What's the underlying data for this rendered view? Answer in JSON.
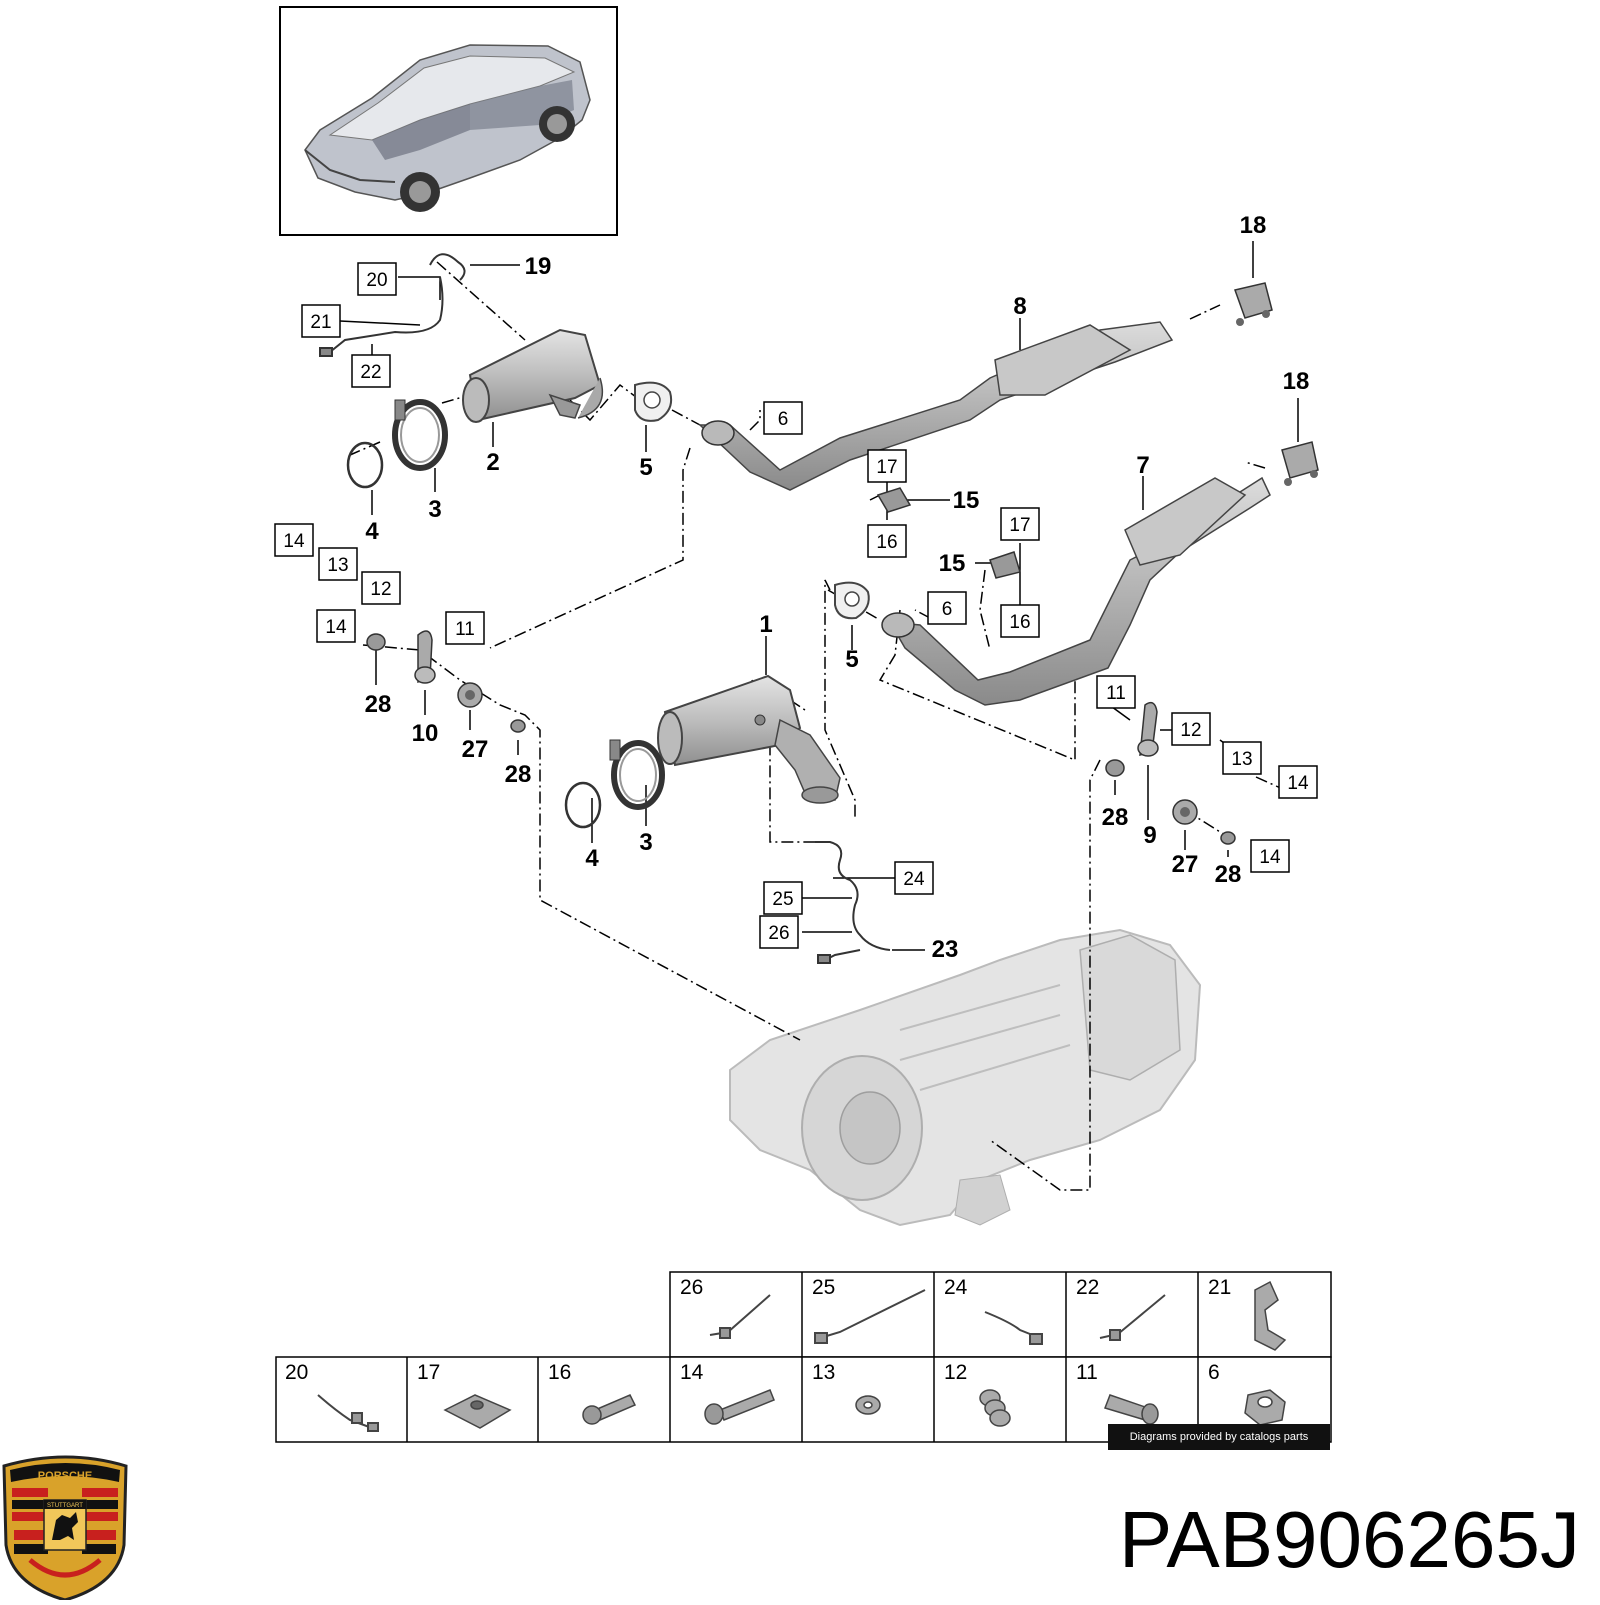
{
  "callouts_plain": [
    {
      "id": "c19",
      "text": "19"
    },
    {
      "id": "c18a",
      "text": "18"
    },
    {
      "id": "c18b",
      "text": "18"
    },
    {
      "id": "c8",
      "text": "8"
    },
    {
      "id": "c7",
      "text": "7"
    },
    {
      "id": "c2",
      "text": "2"
    },
    {
      "id": "c5a",
      "text": "5"
    },
    {
      "id": "c5b",
      "text": "5"
    },
    {
      "id": "c3a",
      "text": "3"
    },
    {
      "id": "c3b",
      "text": "3"
    },
    {
      "id": "c4a",
      "text": "4"
    },
    {
      "id": "c4b",
      "text": "4"
    },
    {
      "id": "c15a",
      "text": "15"
    },
    {
      "id": "c15b",
      "text": "15"
    },
    {
      "id": "c1",
      "text": "1"
    },
    {
      "id": "c28a",
      "text": "28"
    },
    {
      "id": "c28b",
      "text": "28"
    },
    {
      "id": "c28c",
      "text": "28"
    },
    {
      "id": "c28d",
      "text": "28"
    },
    {
      "id": "c10",
      "text": "10"
    },
    {
      "id": "c27a",
      "text": "27"
    },
    {
      "id": "c27b",
      "text": "27"
    },
    {
      "id": "c9",
      "text": "9"
    },
    {
      "id": "c23",
      "text": "23"
    }
  ],
  "callouts_boxed": [
    {
      "id": "b20",
      "text": "20"
    },
    {
      "id": "b21",
      "text": "21"
    },
    {
      "id": "b22",
      "text": "22"
    },
    {
      "id": "b6a",
      "text": "6"
    },
    {
      "id": "b6b",
      "text": "6"
    },
    {
      "id": "b17a",
      "text": "17"
    },
    {
      "id": "b17b",
      "text": "17"
    },
    {
      "id": "b16a",
      "text": "16"
    },
    {
      "id": "b16b",
      "text": "16"
    },
    {
      "id": "b14a",
      "text": "14"
    },
    {
      "id": "b13a",
      "text": "13"
    },
    {
      "id": "b12a",
      "text": "12"
    },
    {
      "id": "b14b",
      "text": "14"
    },
    {
      "id": "b11a",
      "text": "11"
    },
    {
      "id": "b11b",
      "text": "11"
    },
    {
      "id": "b12b",
      "text": "12"
    },
    {
      "id": "b13b",
      "text": "13"
    },
    {
      "id": "b14c",
      "text": "14"
    },
    {
      "id": "b14d",
      "text": "14"
    },
    {
      "id": "b24",
      "text": "24"
    },
    {
      "id": "b25",
      "text": "25"
    },
    {
      "id": "b26",
      "text": "26"
    }
  ],
  "legend_row1": [
    "26",
    "25",
    "24",
    "22",
    "21"
  ],
  "legend_row2": [
    "20",
    "17",
    "16",
    "14",
    "13",
    "12",
    "11",
    "6"
  ],
  "credit": "Diagrams provided by catalogs parts",
  "part_number": "PAB906265J",
  "logo": {
    "brand": "PORSCHE",
    "city": "STUTTGART"
  },
  "colors": {
    "line": "#000000",
    "part_fill": "#c8c8c8",
    "part_dark": "#8a8a8a",
    "engine": "#e2e2e2",
    "logo_red": "#c8201e",
    "logo_gold": "#d9a22a"
  }
}
